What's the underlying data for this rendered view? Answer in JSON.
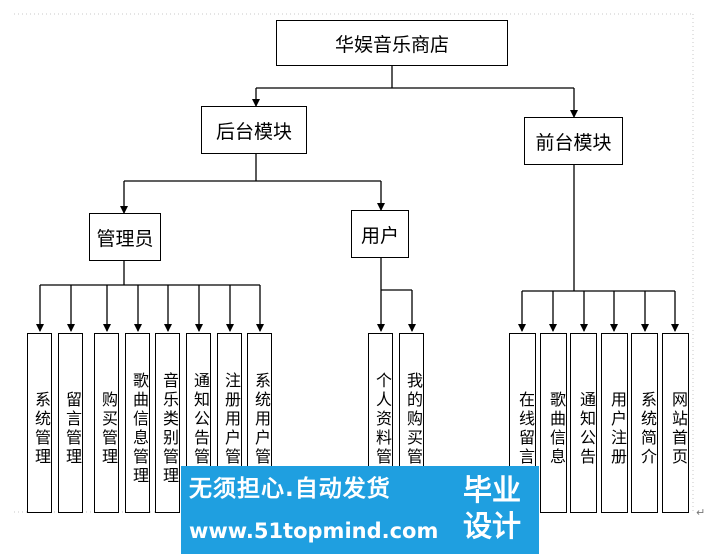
{
  "diagram": {
    "root": "华娱音乐商店",
    "backend": {
      "label": "后台模块",
      "admin": {
        "label": "管理员",
        "items": [
          "系统管理",
          "留言管理",
          "购买管理",
          "歌曲信息管理",
          "音乐类别管理",
          "通知公告管理",
          "注册用户管理",
          "系统用户管理"
        ]
      },
      "user": {
        "label": "用户",
        "items": [
          "个人资料管理",
          "我的购买管理"
        ]
      }
    },
    "frontend": {
      "label": "前台模块",
      "items": [
        "在线留言",
        "歌曲信息",
        "通知公告",
        "用户注册",
        "系统简介",
        "网站首页"
      ]
    }
  },
  "watermark": {
    "line1": "无须担心.自动发货",
    "line2": "www.51topmind.com",
    "badge_line1": "毕业",
    "badge_line2": "设计"
  },
  "colors": {
    "line": "#000000",
    "watermark_bg": "#1f9fe0",
    "watermark_text": "#ffffff"
  }
}
